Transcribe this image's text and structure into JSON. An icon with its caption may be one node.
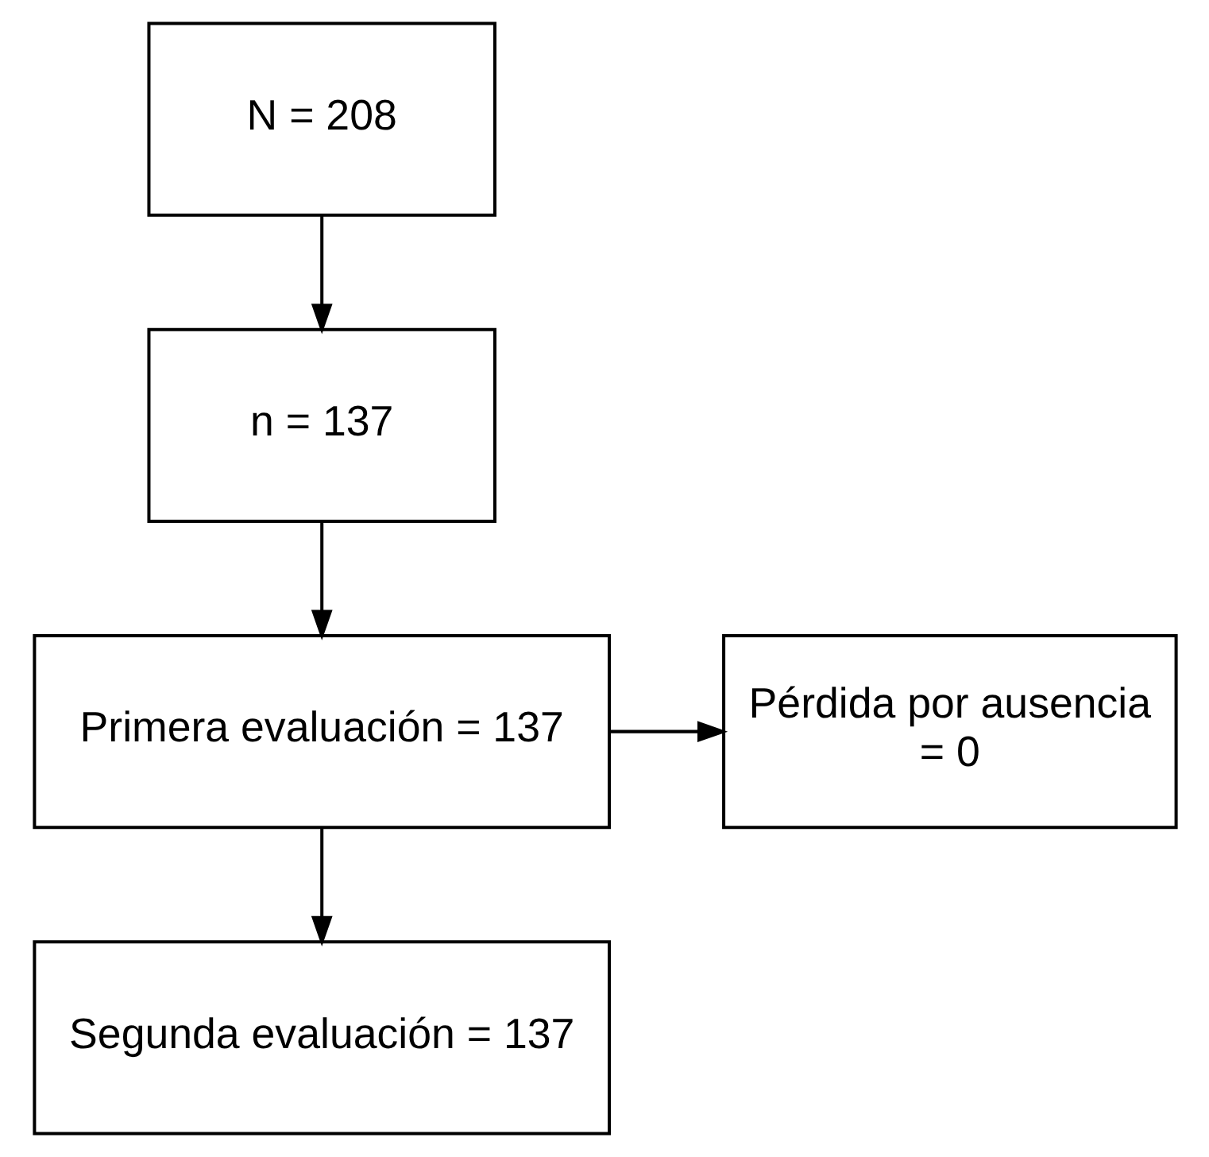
{
  "diagram": {
    "nodes": [
      {
        "text": [
          "N = 208"
        ]
      },
      {
        "text": [
          "n = 137"
        ]
      },
      {
        "text": [
          "Primera evaluación = 137"
        ]
      },
      {
        "text": [
          "Pérdida por ausencia = 0"
        ]
      },
      {
        "text": [
          "Segunda evaluación = 137"
        ]
      }
    ],
    "edges": [
      {
        "from": 0,
        "to": 1,
        "arrow": "to"
      },
      {
        "from": 1,
        "to": 2,
        "arrow": "to"
      },
      {
        "from": 2,
        "to": 3,
        "arrow": "to"
      },
      {
        "from": 2,
        "to": 4,
        "arrow": "to"
      }
    ]
  }
}
